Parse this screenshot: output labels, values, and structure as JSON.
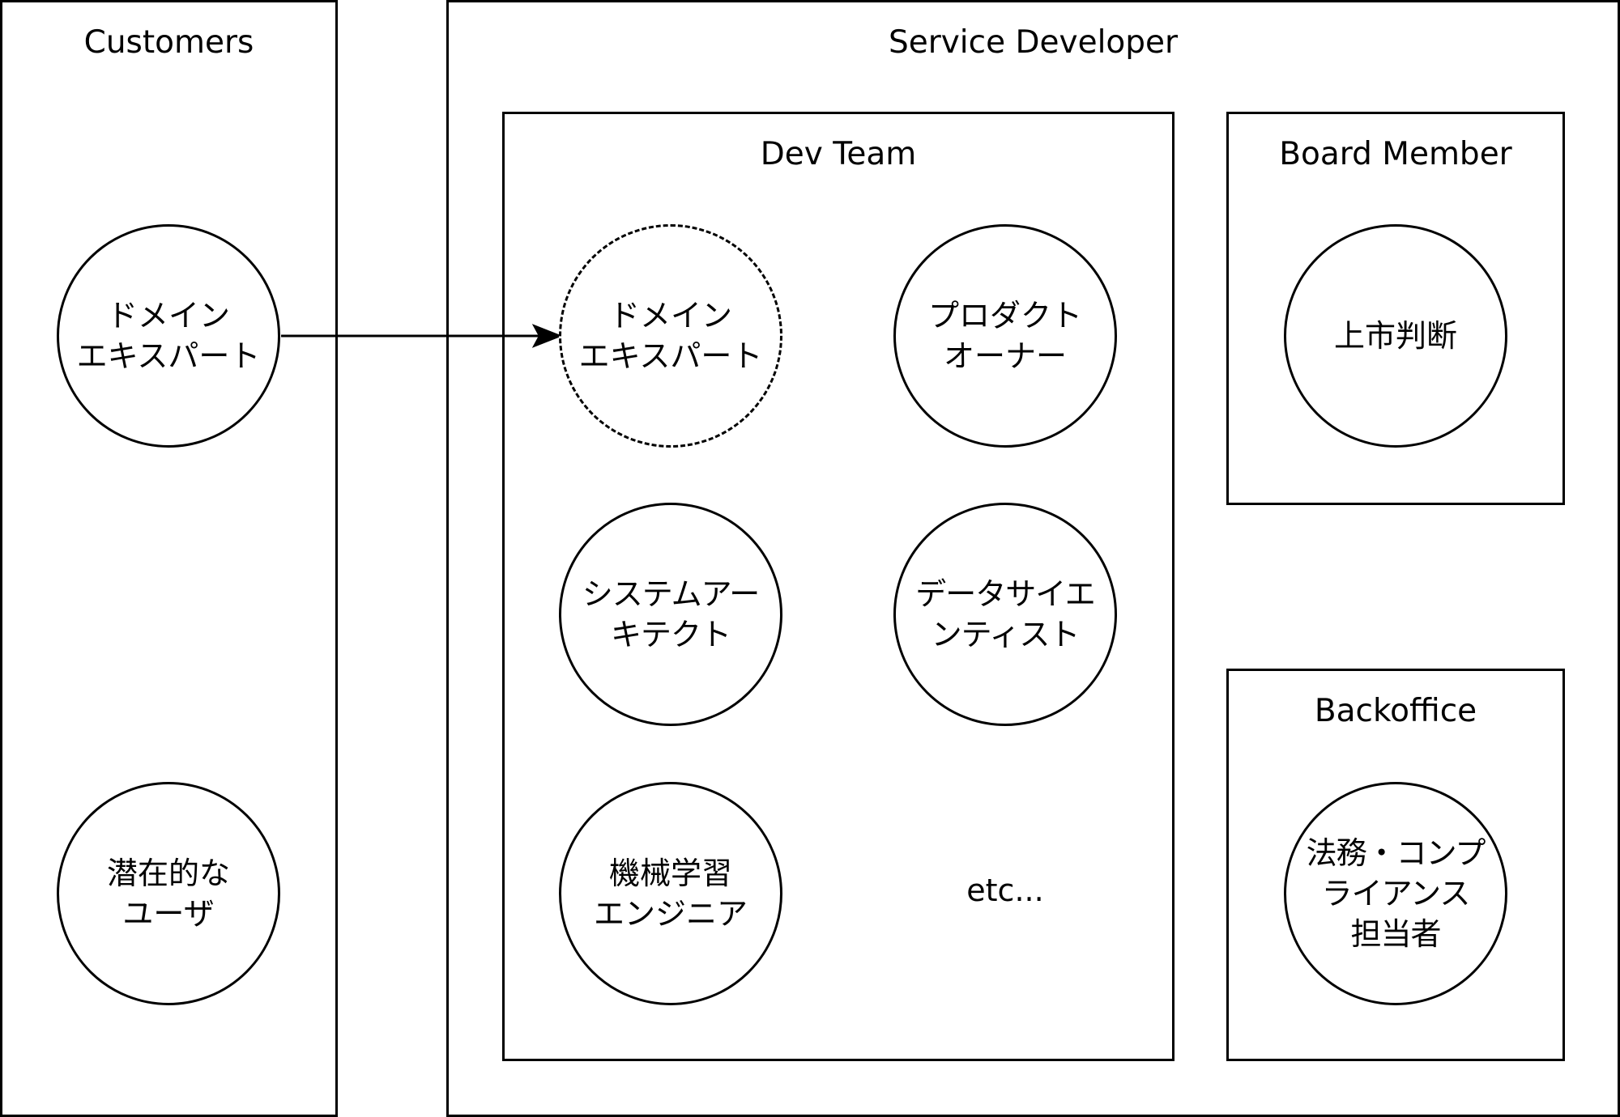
{
  "customers": {
    "title": "Customers",
    "domain_expert": "ドメイン\nエキスパート",
    "potential_user": "潜在的な\nユーザ"
  },
  "service_developer": {
    "title": "Service Developer",
    "dev_team": {
      "title": "Dev Team",
      "domain_expert": "ドメイン\nエキスパート",
      "product_owner": "プロダクト\nオーナー",
      "system_architect": "システムアー\nキテクト",
      "data_scientist": "データサイエ\nンティスト",
      "ml_engineer": "機械学習\nエンジニア",
      "etc": "etc..."
    },
    "board_member": {
      "title": "Board Member",
      "listing_decision": "上市判断"
    },
    "backoffice": {
      "title": "Backoffice",
      "legal_compliance": "法務・コンプ\nライアンス\n担当者"
    }
  },
  "colors": {
    "stroke": "#000000",
    "background": "#ffffff"
  }
}
